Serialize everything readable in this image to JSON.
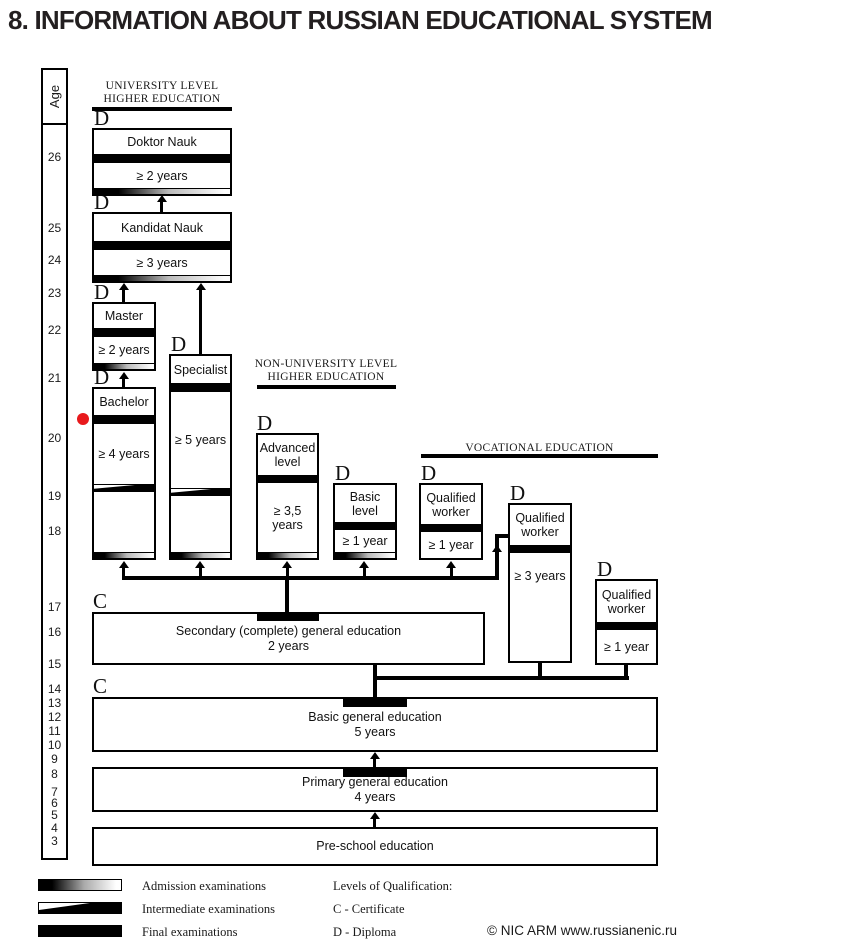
{
  "page_title": "8. INFORMATION ABOUT RUSSIAN EDUCATIONAL SYSTEM",
  "age_axis": {
    "label": "Age",
    "ages": [
      "26",
      "25",
      "24",
      "23",
      "22",
      "21",
      "20",
      "19",
      "18",
      "17",
      "16",
      "15",
      "14",
      "13",
      "12",
      "11",
      "10",
      "9",
      "8",
      "7",
      "6",
      "5",
      "4",
      "3"
    ]
  },
  "section_headers": {
    "university": {
      "line1": "UNIVERSITY LEVEL",
      "line2": "HIGHER EDUCATION"
    },
    "non_university": {
      "line1": "NON-UNIVERSITY LEVEL",
      "line2": "HIGHER EDUCATION"
    },
    "vocational": {
      "line1": "VOCATIONAL EDUCATION"
    }
  },
  "program_boxes": {
    "doktor": {
      "mark": "D",
      "title": "Doktor Nauk",
      "duration": "≥ 2 years"
    },
    "kandidat": {
      "mark": "D",
      "title": "Kandidat Nauk",
      "duration": "≥ 3 years"
    },
    "master": {
      "mark": "D",
      "title": "Master",
      "duration": "≥ 2 years"
    },
    "specialist": {
      "mark": "D",
      "title": "Specialist",
      "duration": "≥ 5 years"
    },
    "bachelor": {
      "mark": "D",
      "title": "Bachelor",
      "duration": "≥ 4 years"
    },
    "advanced": {
      "mark": "D",
      "title": "Advanced level",
      "duration": "≥ 3,5 years"
    },
    "basic_level": {
      "mark": "D",
      "title": "Basic level",
      "duration": "≥ 1 year"
    },
    "qualified_worker_1": {
      "mark": "D",
      "title": "Qualified worker",
      "duration": "≥ 1 year"
    },
    "qualified_worker_2": {
      "mark": "D",
      "title": "Qualified worker",
      "duration": "≥ 3 years"
    },
    "qualified_worker_3": {
      "mark": "D",
      "title": "Qualified worker",
      "duration": "≥ 1 year"
    }
  },
  "school_boxes": {
    "secondary": {
      "mark": "C",
      "title": "Secondary (complete) general education",
      "duration": "2 years"
    },
    "basic_general": {
      "mark": "C",
      "title": "Basic general education",
      "duration": "5 years"
    },
    "primary": {
      "title": "Primary general education",
      "duration": "4 years"
    },
    "preschool": {
      "title": "Pre-school education"
    }
  },
  "legend": {
    "admission": "Admission examinations",
    "intermediate": "Intermediate examinations",
    "final": "Final examinations",
    "qualification_heading": "Levels of Qualification:",
    "certificate": "C - Certificate",
    "diploma": "D - Diploma"
  },
  "copyright": "© NIC ARM www.russianenic.ru",
  "colors": {
    "marker_red": "#e8191c",
    "ink": "#000000"
  }
}
